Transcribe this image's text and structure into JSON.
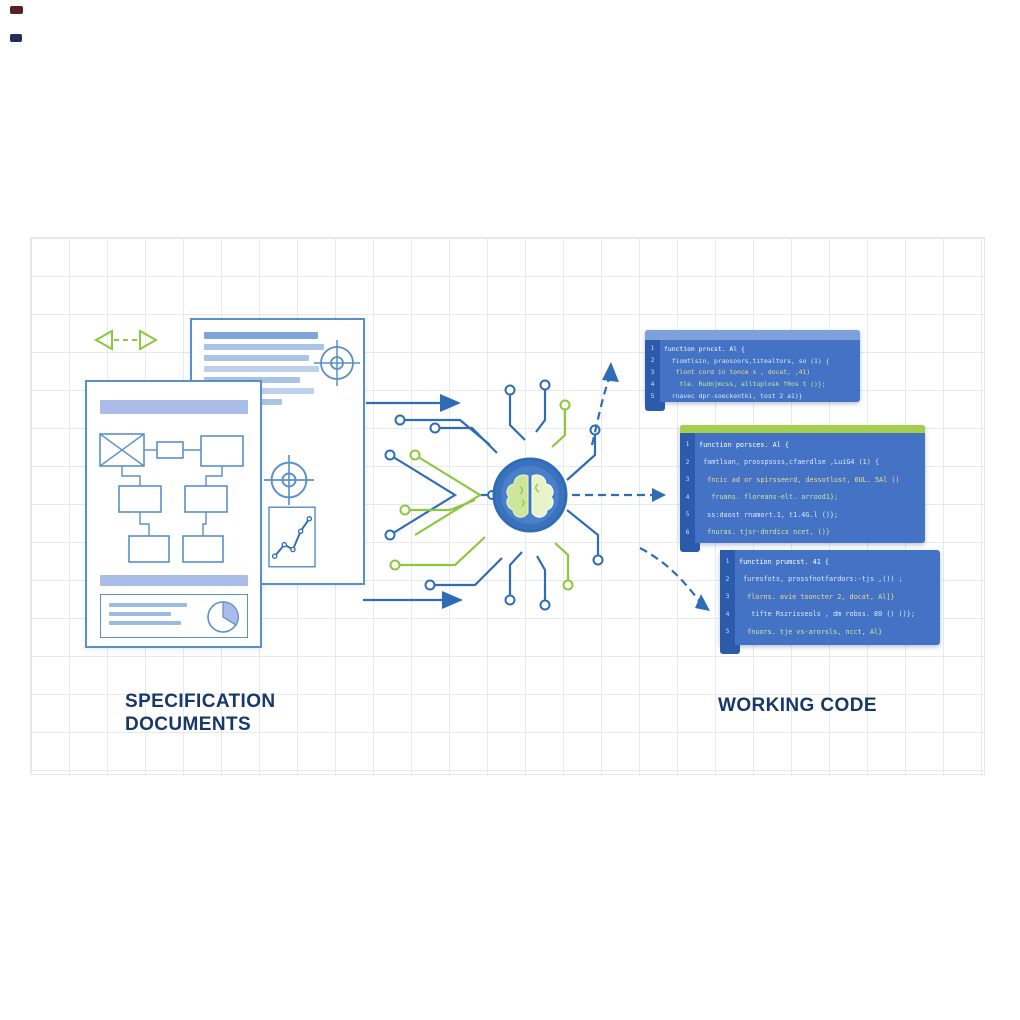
{
  "palette": {
    "accent_blue": "#2e6db6",
    "light_blue_fill": "#a9bde8",
    "doc_border": "#5b8fc9",
    "accent_green": "#8dc63f",
    "code_block_bg": "#4472c4",
    "code_gutter_bg": "#2d5bab",
    "code_green_bar": "#a6ce4e",
    "label_color": "#16386b"
  },
  "labels": {
    "left_title_line1": "SPECIFICATION",
    "left_title_line2": "DOCUMENTS",
    "right_title": "WORKING CODE"
  },
  "icons": {
    "swap_arrows": "swap-arrows-icon",
    "crosshair": "crosshair-icon",
    "line_chart": "line-chart-icon",
    "pie_chart": "pie-chart-icon",
    "flowchart": "flowchart-diagram",
    "brain": "ai-brain-icon",
    "flow_arrow": "flow-arrow-icon",
    "dashed_arrow": "dashed-arrow-icon",
    "circuit_node": "circuit-node"
  },
  "code_blocks": [
    {
      "name": "top",
      "lines": [
        {
          "text": "function prncst. Al {",
          "tone": "key"
        },
        {
          "text": "  fiomtlsin, praosoors,titealtors, so (1) {",
          "tone": "plain"
        },
        {
          "text": "   flont cord in tonce s , docat, ,41)",
          "tone": "yellow"
        },
        {
          "text": "    tle. Rudnjmcss, alltuplosk f0os t ()};",
          "tone": "green"
        },
        {
          "text": "  rnavec dpr-soeckentki, tost 2 a1)}",
          "tone": "plain"
        }
      ]
    },
    {
      "name": "middle",
      "lines": [
        {
          "text": "function porsces. Al {",
          "tone": "key"
        },
        {
          "text": " famtlsan, prosspssss,cfaerdlse ,LuiG4 (1) {",
          "tone": "plain"
        },
        {
          "text": "  fncic ad or spirsseerd, dessotlost, 6UL. 5Al ()",
          "tone": "yellow"
        },
        {
          "text": "   fruans. floreans-elt. arrood1};",
          "tone": "green"
        },
        {
          "text": "  ss:daost rnamort.1, t1.4G.l ()};",
          "tone": "plain"
        },
        {
          "text": "  fnuras. tjsr-dnrdics ncet, ()}",
          "tone": "green"
        }
      ]
    },
    {
      "name": "bottom",
      "lines": [
        {
          "text": "function prumcst. 41 {",
          "tone": "key"
        },
        {
          "text": " furesfots, prossfnotfardors:-tjs ,()) ;",
          "tone": "plain"
        },
        {
          "text": "  florns. avie tooncter 2, docat, Al]}",
          "tone": "yellow"
        },
        {
          "text": "   tifte Rszrisseols , dm robss. 80 () ()};",
          "tone": "plain"
        },
        {
          "text": "  fnuors. tje vs-arorsls, ncct, Al}",
          "tone": "green"
        }
      ]
    }
  ]
}
